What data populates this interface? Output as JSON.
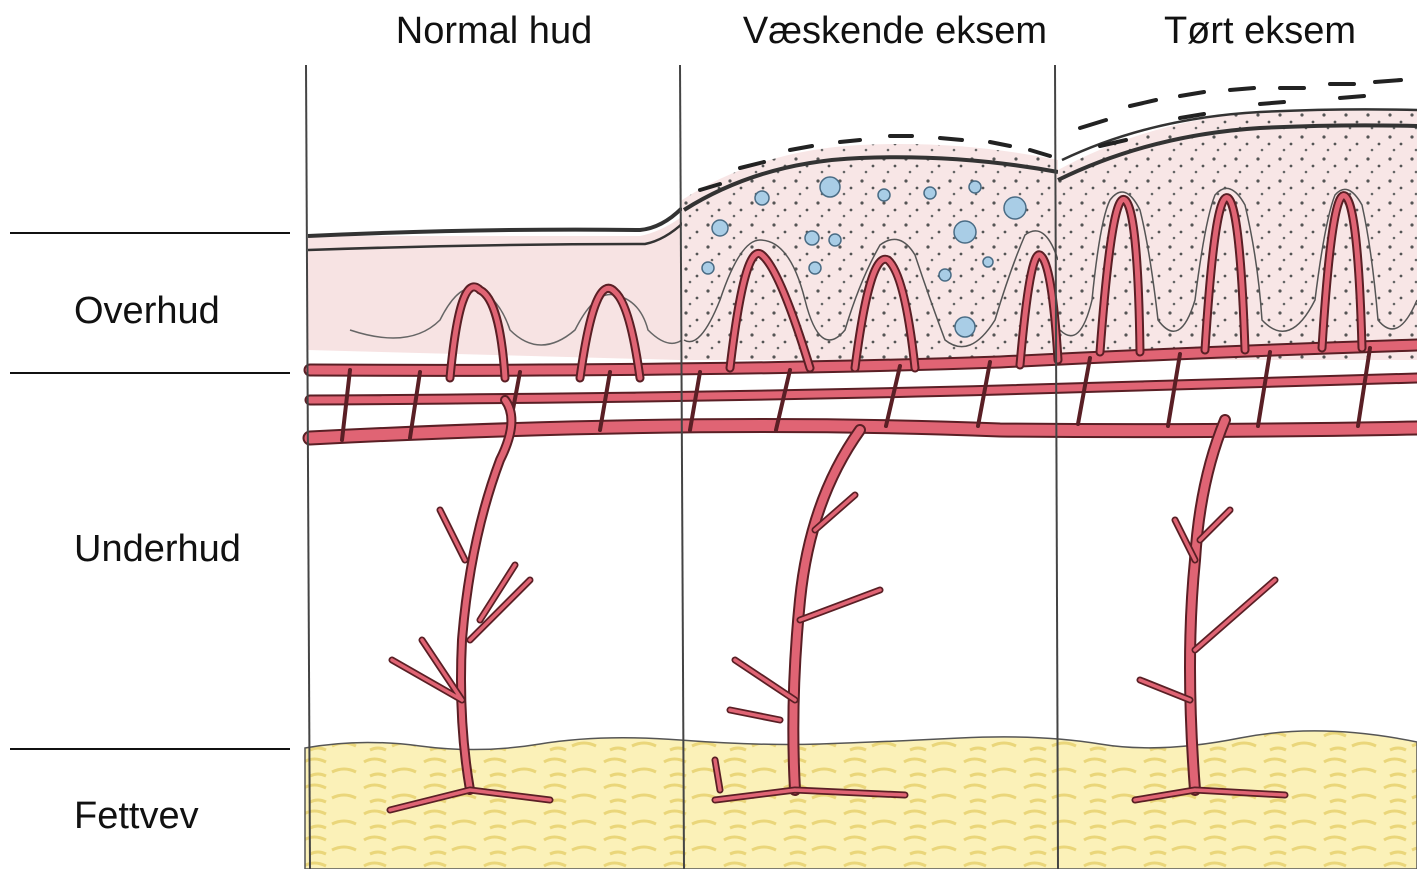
{
  "columns": [
    {
      "title": "Normal hud"
    },
    {
      "title": "Væskende eksem"
    },
    {
      "title": "Tørt eksem"
    }
  ],
  "layers": [
    {
      "label": "Overhud"
    },
    {
      "label": "Underhud"
    },
    {
      "label": "Fettvev"
    }
  ],
  "colors": {
    "vessel": "#e06474",
    "vessel_outline": "#5a1f25",
    "epidermis": "#f7e3e3",
    "fat": "#f4e59a",
    "blister": "#a9cde6",
    "line": "#333333"
  }
}
